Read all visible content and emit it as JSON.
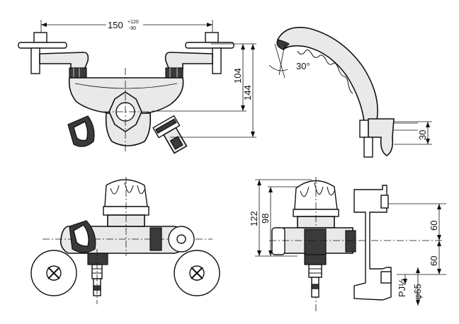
{
  "dimensions": {
    "width_main": "150",
    "width_tol_upper": "+120",
    "width_tol_lower": "-90",
    "height_inlet": "104",
    "height_total": "144",
    "spout_angle": "30°",
    "spout_mount": "30",
    "side_height_total": "122",
    "side_height_upper": "98",
    "pipe_spacing_upper": "60",
    "pipe_spacing_lower": "60",
    "thread": "PJ½",
    "diameter": "φ65"
  }
}
